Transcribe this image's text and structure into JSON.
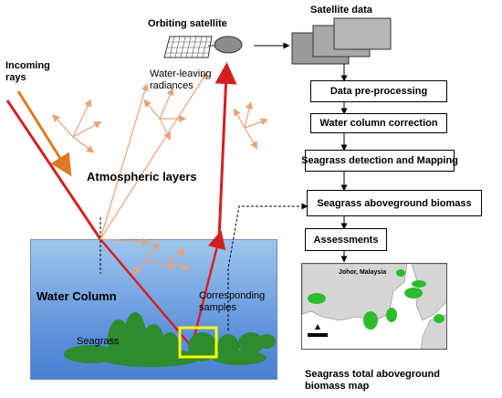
{
  "labels": {
    "incoming_rays": [
      "Incoming",
      "rays"
    ],
    "orbiting_satellite": "Orbiting satellite",
    "satellite_data": "Satellite data",
    "water_leaving": [
      "Water-leaving",
      "radiances"
    ],
    "atmospheric_layers": "Atmospheric layers",
    "water_column": "Water Column",
    "corresponding_samples": [
      "Corresponding",
      "samples"
    ],
    "seagrass": "Seagrass",
    "map_caption": [
      "Seagrass total aboveground",
      "biomass map"
    ],
    "map_place": "Johor, Malaysia"
  },
  "flow_steps": [
    "Data pre-processing",
    "Water column correction",
    "Seagrass  detection and Mapping",
    "Seagrass  aboveground biomass",
    "Assessments"
  ],
  "colors": {
    "ray_red": "#d42020",
    "ray_orange": "#dc7b26",
    "scatter": "#e8a37a",
    "water_top": "#9ec6ec",
    "water_bottom": "#4a7fd2",
    "seagrass": "#2e8b2e",
    "sample_box": "#ffff00"
  }
}
